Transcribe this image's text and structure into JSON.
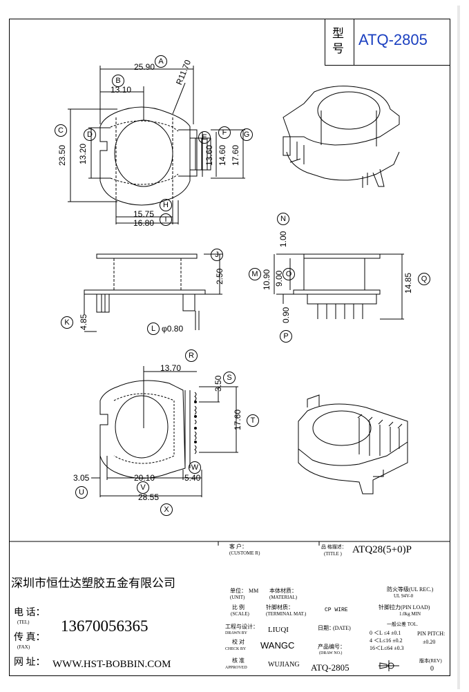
{
  "model": {
    "label_top": "型",
    "label_bottom": "号",
    "number": "ATQ-2805"
  },
  "dims": {
    "A": "A",
    "B": "B",
    "C": "C",
    "D": "D",
    "E": "E",
    "F": "F",
    "G": "G",
    "H": "H",
    "I": "I",
    "J": "J",
    "K": "K",
    "L": "L",
    "M": "M",
    "N": "N",
    "O": "O",
    "P": "P",
    "Q": "Q",
    "R": "R",
    "S": "S",
    "T": "T",
    "U": "U",
    "V": "V",
    "W": "W",
    "X": "X",
    "v2590": "25.90",
    "v1310": "13.10",
    "vR1170": "R11.70",
    "v2350": "23.50",
    "v1320": "13.20",
    "v1360": "13.60",
    "v1460": "14.60",
    "v1760": "17.60",
    "v1575": "15.75",
    "v1680": "16.80",
    "v250": "2.50",
    "v485": "4.85",
    "vphi080": "φ0.80",
    "v100": "1.00",
    "v1090": "10.90",
    "v900": "9.00",
    "v090": "0.90",
    "v1485": "14.85",
    "v1370": "13.70",
    "v350": "3.50",
    "v1760b": "17.60",
    "v305": "3.05",
    "v2010": "20.10",
    "v540": "5.40",
    "v2855": "28.55"
  },
  "title_block": {
    "customer_cn": "客 户：",
    "customer_en": "(CUSTOME R)",
    "title_cn": "品 格描述：",
    "title_en": "(TITLE )",
    "title_value": "ATQ28(5+0)P",
    "company": "深圳市恒仕达塑胶五金有限公司",
    "unit_cn": "单位：",
    "unit_val": "MM",
    "unit_en": "(UNIT)",
    "material_cn": "本体材质：",
    "material_en": "(MATERIAL)",
    "flame_cn": "防火等级(UL REC.)",
    "flame_val": "UL 94V-0",
    "scale_cn": "比 例",
    "scale_en": "(SCALE)",
    "terminal_cn": "针脚材质：",
    "terminal_en": "(TERMINAL MAT.)",
    "terminal_val": "CP WIRE",
    "pinload_cn": "针脚拉力(PIN LOAD)",
    "pinload_val": "1.0kg MIN",
    "drawn_cn": "工程与设计：",
    "drawn_en": "DRAWN BY",
    "drawn_val": "LIUQI",
    "date_cn": "日期：",
    "date_en": "(DATE)",
    "tol_title": "一般公差 TOL.",
    "tol1": "0 ＜L ≤4  ±0.1",
    "tol2": "4 ＜L≤16 ±0.2",
    "tol3": "16＜L≤64 ±0.3",
    "pitch_label": "PIN PITCH:",
    "pitch_val": "±0.20",
    "check_cn": "校 对",
    "check_en": "CHECK BY",
    "check_val": "WANGC",
    "drawno_cn": "产品编号：",
    "drawno_en": "(DRAW NO.)",
    "drawno_val": "ATQ-2805",
    "approved_cn": "核 准",
    "approved_en": "APPROVED",
    "approved_val": "WUJIANG",
    "rev_cn": "版本(REV)",
    "rev_val": "0",
    "tel_cn": "电 话：",
    "tel_en": "(TEL)",
    "tel_val": "13670056365",
    "fax_cn": "传 真：",
    "fax_en": "(FAX)",
    "web_cn": "网 址：",
    "web_val": "WWW.HST-BOBBIN.COM"
  }
}
